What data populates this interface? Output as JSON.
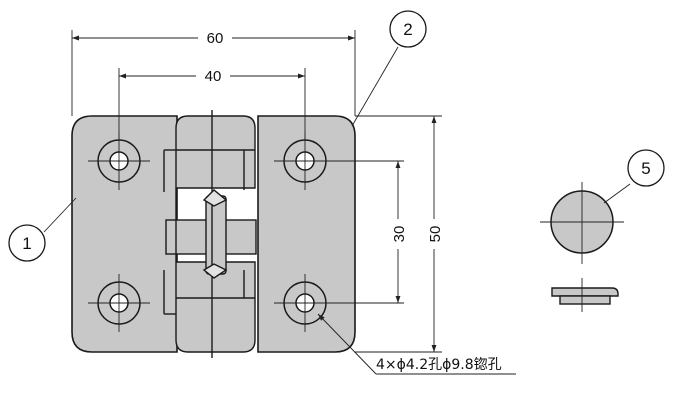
{
  "dimensions": {
    "overall_width": "60",
    "hole_spacing_h": "40",
    "hole_spacing_v": "30",
    "overall_height": "50"
  },
  "callouts": {
    "c1": "1",
    "c2": "2",
    "c5": "5"
  },
  "note": "4×ϕ4.2孔ϕ9.8锪孔",
  "colors": {
    "part_fill": "#c8c8c8",
    "outline": "#1a1a1a",
    "line": "#222222"
  }
}
